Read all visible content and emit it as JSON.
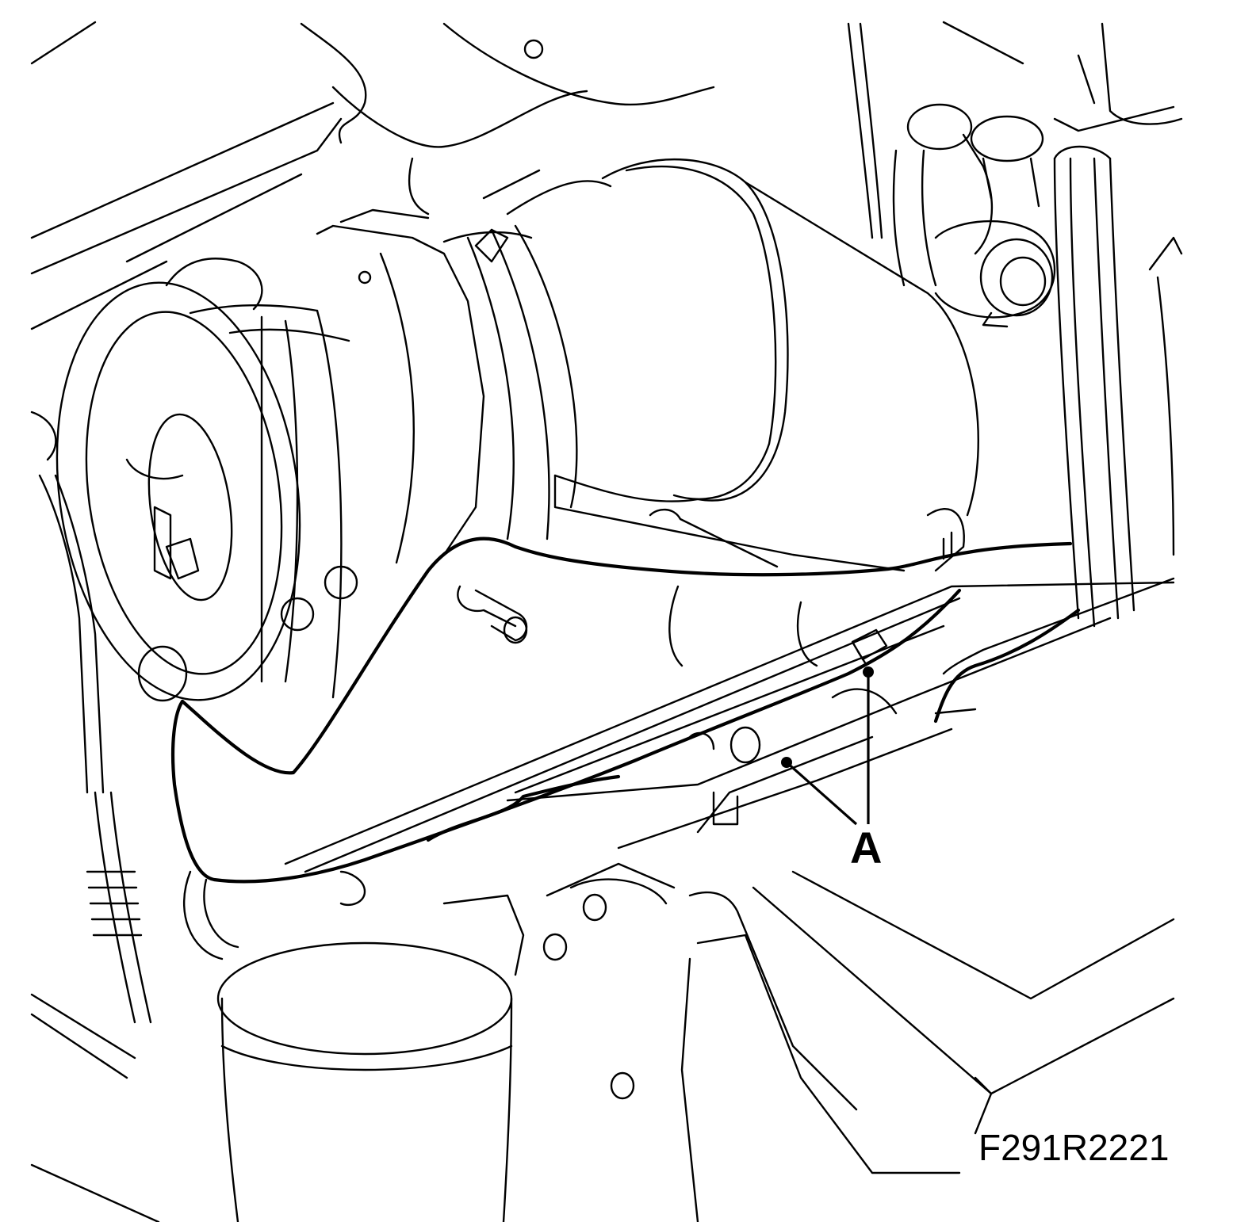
{
  "figure": {
    "callouts": [
      {
        "label": "A",
        "points_to": [
          "sensor-wire-clip-upper",
          "sensor-wire-clip-lower"
        ]
      }
    ],
    "figure_id": "F291R2221"
  },
  "colors": {
    "line": "#000000",
    "background": "#ffffff"
  }
}
